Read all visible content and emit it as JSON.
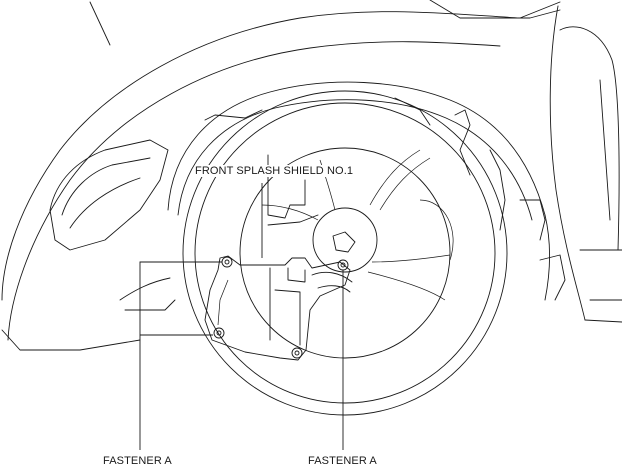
{
  "labels": {
    "shield": "FRONT SPLASH SHIELD NO.1",
    "fastener_left": "FASTENER A",
    "fastener_right": "FASTENER A"
  }
}
